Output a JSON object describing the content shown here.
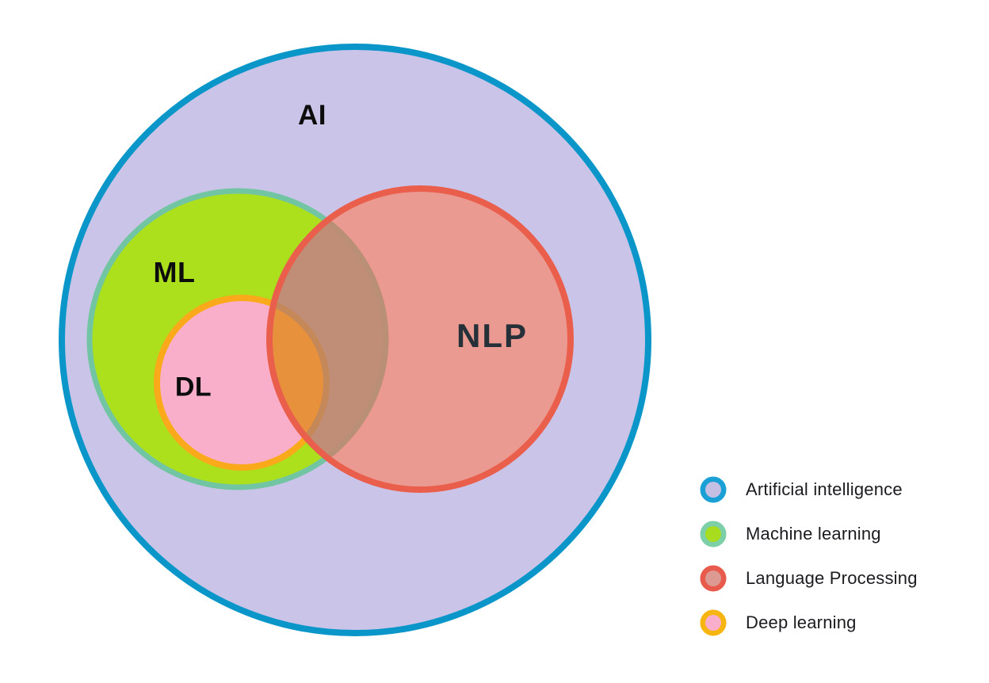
{
  "diagram": {
    "labels": {
      "ai": "AI",
      "ml": "ML",
      "dl": "DL",
      "nlp": "NLP"
    },
    "colors": {
      "ai_fill": "#CAC4E8",
      "ai_border": "#0A96C8",
      "ml_fill": "#ACE01C",
      "ml_border": "#72C5A3",
      "dl_fill": "#F9AFC9",
      "dl_border": "#FAA91A",
      "nlp_border": "#EA5E4C",
      "nlp_over_ai": "#EB9A91",
      "nlp_over_ml": "#C08E76",
      "nlp_over_dl": "#E8913D",
      "ml_border_under_nlp": "#B98F75",
      "dl_border_under_nlp": "#C58858"
    }
  },
  "legend": {
    "items": [
      {
        "label": "Artificial intelligence",
        "ring_color": "#1BA0D6",
        "fill_color": "#C5BFE3"
      },
      {
        "label": "Machine learning",
        "ring_color": "#7DCFA7",
        "fill_color": "#A8DC1E"
      },
      {
        "label": "Language Processing",
        "ring_color": "#E85B4C",
        "fill_color": "#DC9A92"
      },
      {
        "label": "Deep learning",
        "ring_color": "#F6B511",
        "fill_color": "#F9AECB"
      }
    ]
  }
}
